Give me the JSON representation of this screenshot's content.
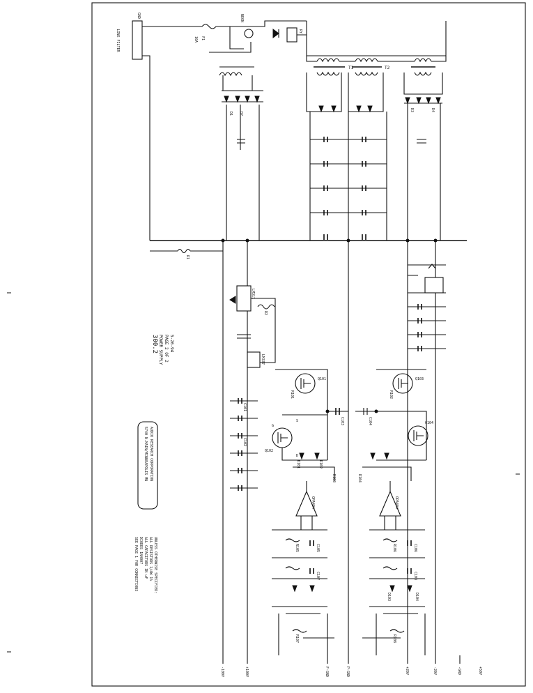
{
  "title_block": {
    "model": "300.2",
    "sheet": "POWER SUPPLY",
    "page": "PAGE 2 OF 2",
    "date": "5-26-94"
  },
  "company_box": {
    "line1": "AUDIO RESEARCH CORPORATION",
    "line2": "5740 N.MAIN/MINNEAPOLIS MN"
  },
  "input_section": {
    "line_filter": "LINE FILTER",
    "fuse_label": "F1",
    "fuse_rating": "10A",
    "neon": "NEON",
    "relay": "RY"
  },
  "transformers": [
    "T1",
    "T2"
  ],
  "terminals": {
    "top": "GND",
    "bottom": [
      "-100V",
      "+100V",
      "F-GND",
      "P-GND",
      "+20V",
      "-20V",
      "-GND",
      "+50V"
    ]
  },
  "parts": {
    "mosfets": [
      "Q101",
      "Q102",
      "Q103",
      "Q104"
    ],
    "opamps": [
      "OPA404",
      "OPA404"
    ],
    "diodes": [
      "D1",
      "D2",
      "D3",
      "D4",
      "D101",
      "D102",
      "D103",
      "D104"
    ],
    "regulators": [
      "LM317",
      "LM337"
    ],
    "resistors": [
      "R1",
      "R2",
      "R101",
      "R102",
      "R103",
      "R104",
      "R105",
      "R106",
      "R107",
      "R108"
    ],
    "capacitors": [
      "C101",
      "C102",
      "C103",
      "C104",
      "C105",
      "C106",
      "C107",
      "C108"
    ],
    "pin_labels": [
      "S",
      "D",
      "G"
    ]
  },
  "notes": [
    "UNLESS OTHERWISE SPECIFIED:",
    "ALL RESISTORS 1/4W 1%",
    "ALL CAPACITORS IN uF",
    "DIODES 1N4007",
    "SEE PAGE 1 FOR CONNECTIONS"
  ]
}
